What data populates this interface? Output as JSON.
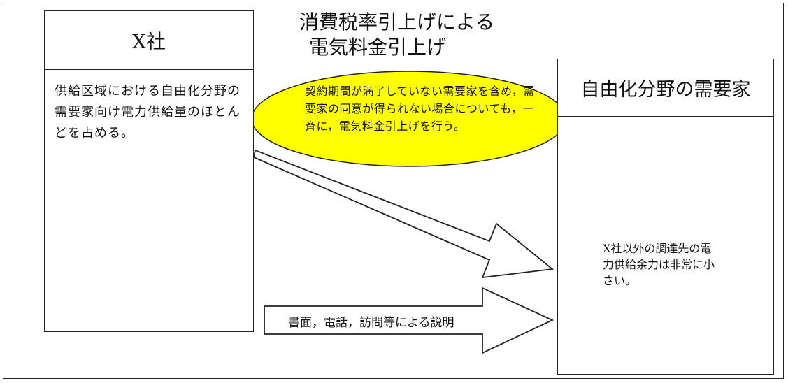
{
  "title": {
    "line1": "消費税率引上げによる",
    "line2": "電気料金引上げ"
  },
  "company": {
    "name": "X社",
    "description": "供給区域における自由化分野の需要家向け電力供給量のほとんどを占める。"
  },
  "customer": {
    "title": "自由化分野の需要家"
  },
  "ellipse_note": "契約期間が満了していない需要家を含め，需要家の同意が得られない場合についても，一斉に，電気料金引上げを行う。",
  "explanation_arrow": "書面，電話，訪問等による説明",
  "cloud_note": "X社以外の調達先の電力供給余力は非常に小さい。",
  "colors": {
    "ellipse": "#ffff00",
    "factory": "#cdbf85",
    "factory_brick": "#8b1a1a",
    "wave": "#33ccff",
    "building_blue": "#3bbfe8",
    "store_green": "#55dd22"
  },
  "icons": [
    "factory-icon",
    "wave-smoke-icon",
    "industrial-plant-icon",
    "office-tower-icon",
    "warehouse-icon",
    "supermarket-icon"
  ]
}
